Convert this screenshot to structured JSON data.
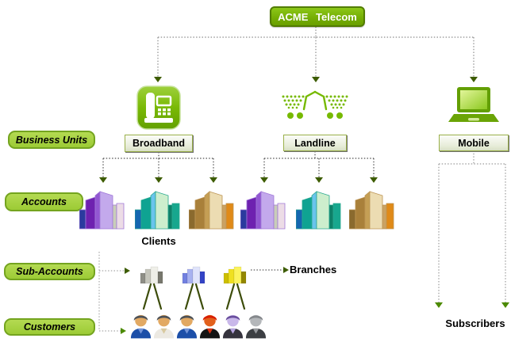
{
  "root": {
    "label": "ACME Telecom"
  },
  "row_labels": {
    "business_units": "Business Units",
    "accounts": "Accounts",
    "sub_accounts": "Sub-Accounts",
    "customers": "Customers"
  },
  "business_units": [
    {
      "label": "Broadband",
      "icon": "desk-phone-icon"
    },
    {
      "label": "Landline",
      "icon": "shopping-carts-icon"
    },
    {
      "label": "Mobile",
      "icon": "laptop-icon"
    }
  ],
  "captions": {
    "clients": "Clients",
    "branches": "Branches",
    "subscribers": "Subscribers"
  },
  "colors": {
    "brand_green": "#76b900",
    "root_box_border": "#527c00",
    "row_label_fill": "#a6d34b",
    "row_label_border": "#74a41f",
    "unit_box_border": "#9ab04a",
    "connector_dark": "#4f4f4f",
    "connector_gray": "#8c8c8c",
    "connector_light": "#9a9a9a",
    "arrowhead_olive": "#3d5c00",
    "arrowhead_green": "#4c8a00",
    "tripod_legs": "#3c4c0a"
  },
  "account_palettes": {
    "purple": {
      "c1": "#2b3a9e",
      "c2": "#6e21b0",
      "c3": "#9257d2",
      "c4": "#c3a9ec",
      "c5": "#c9cdb9",
      "c6": "#ecdce6",
      "edge": "#a078d8"
    },
    "teal": {
      "c1": "#1566b0",
      "c2": "#0fa392",
      "c3": "#6ac4ec",
      "c4": "#cdeecd",
      "c5": "#0e8068",
      "c6": "#17a78e",
      "edge": "#2aa890"
    },
    "tan": {
      "c1": "#8a6a2e",
      "c2": "#a9803a",
      "c3": "#c59f55",
      "c4": "#ecdcb2",
      "c5": "#caa263",
      "c6": "#e08a18",
      "edge": "#bc9454"
    }
  },
  "subaccount_palettes": {
    "gray": {
      "t1": "#8e8e86",
      "t2": "#c6c6bc",
      "t3": "#efefe8",
      "t4": "#77776d"
    },
    "blue": {
      "t1": "#7280e0",
      "t2": "#a8b2f0",
      "t3": "#e0e4fb",
      "t4": "#3343c6"
    },
    "yellow": {
      "t1": "#cdbf00",
      "t2": "#efe020",
      "t3": "#fbf35c",
      "t4": "#938700"
    }
  },
  "avatars": [
    {
      "hair": "#4e5257",
      "face": "#e2a963",
      "body": "#1c4fa8",
      "collar": "#7394d8"
    },
    {
      "hair": "#4e5257",
      "face": "#e2a963",
      "body": "#ece9e2",
      "collar": "#d8c9a0"
    },
    {
      "hair": "#4e5257",
      "face": "#e2a963",
      "body": "#1c4fa8",
      "collar": "#7394d8"
    },
    {
      "hair": "#d81e00",
      "face": "#e2601c",
      "body": "#141414",
      "collar": "#d83010"
    },
    {
      "hair": "#6a4f9e",
      "face": "#c9b8ea",
      "body": "#35333d",
      "collar": "#b7a6e0"
    },
    {
      "hair": "#85888c",
      "face": "#b4b7ba",
      "body": "#3c3f43",
      "collar": "#96999d"
    }
  ]
}
